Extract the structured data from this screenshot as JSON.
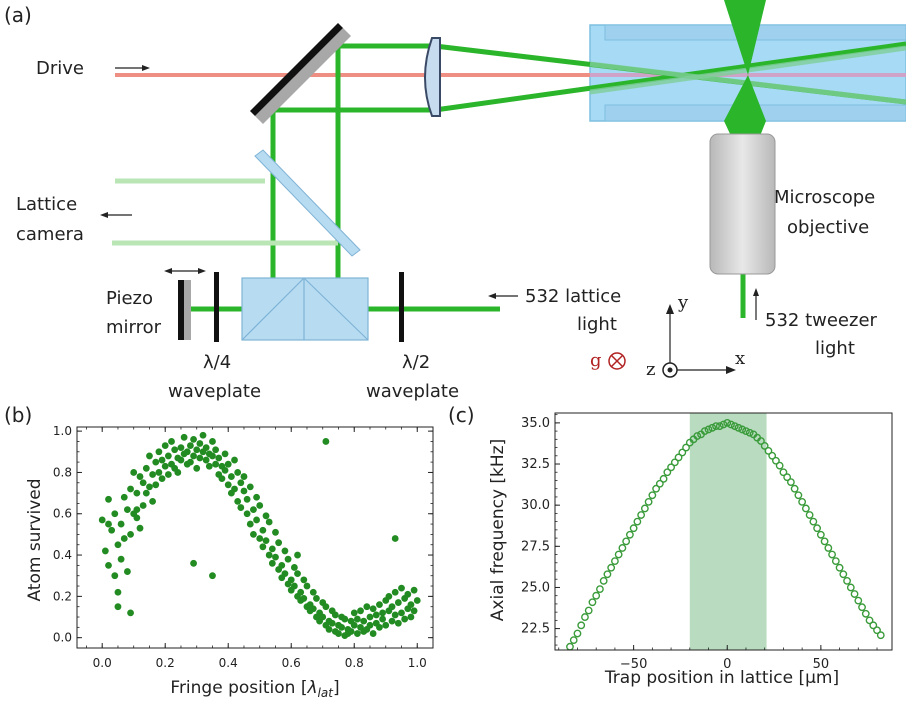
{
  "panel_a": {
    "label": "(a)",
    "drive_label": "Drive",
    "lattice_camera_label": [
      "Lattice",
      "camera"
    ],
    "piezo_label": [
      "Piezo",
      "mirror"
    ],
    "quarter_waveplate_label": [
      "λ/4",
      "waveplate"
    ],
    "half_waveplate_label": [
      "λ/2",
      "waveplate"
    ],
    "lattice_light_label": [
      "532 lattice",
      "light"
    ],
    "objective_label": [
      "Microscope",
      "objective"
    ],
    "tweezer_label": [
      "532 tweezer",
      "light"
    ],
    "axes": {
      "y": "y",
      "x": "x",
      "z": "z",
      "g": "g"
    },
    "colors": {
      "green_beam": "#2bb52b",
      "light_green_beam": "#b9e6b4",
      "drive_beam": "#ef8f84",
      "cell": "#a7daf5",
      "optic": "#b7dcf2",
      "gravity": "#b22222"
    }
  },
  "chart_data": [
    {
      "panel_label": "(b)",
      "type": "scatter",
      "xlabel": "Fringe position [λ_lat]",
      "xlabel_main": "Fringe position [",
      "xlabel_symbol": "λ",
      "xlabel_sub": "lat",
      "xlabel_end": "]",
      "ylabel": "Atom survived",
      "xlim": [
        -0.08,
        1.05
      ],
      "ylim": [
        -0.05,
        1.02
      ],
      "xticks": [
        "0.0",
        "0.2",
        "0.4",
        "0.6",
        "0.8",
        "1.0"
      ],
      "yticks": [
        "0.0",
        "0.2",
        "0.4",
        "0.6",
        "0.8",
        "1.0"
      ],
      "color": "#228b22",
      "marker": "filled-circle",
      "x": [
        0.0,
        0.01,
        0.02,
        0.02,
        0.03,
        0.04,
        0.04,
        0.05,
        0.05,
        0.06,
        0.06,
        0.07,
        0.07,
        0.08,
        0.08,
        0.09,
        0.09,
        0.1,
        0.1,
        0.11,
        0.11,
        0.12,
        0.12,
        0.13,
        0.13,
        0.14,
        0.14,
        0.15,
        0.15,
        0.16,
        0.16,
        0.17,
        0.17,
        0.18,
        0.18,
        0.19,
        0.19,
        0.2,
        0.2,
        0.21,
        0.21,
        0.22,
        0.22,
        0.23,
        0.23,
        0.24,
        0.24,
        0.25,
        0.25,
        0.26,
        0.26,
        0.27,
        0.27,
        0.28,
        0.28,
        0.29,
        0.29,
        0.3,
        0.3,
        0.31,
        0.31,
        0.32,
        0.32,
        0.33,
        0.33,
        0.34,
        0.34,
        0.35,
        0.35,
        0.36,
        0.36,
        0.37,
        0.37,
        0.38,
        0.38,
        0.39,
        0.39,
        0.4,
        0.4,
        0.41,
        0.41,
        0.42,
        0.42,
        0.43,
        0.43,
        0.44,
        0.44,
        0.45,
        0.45,
        0.46,
        0.46,
        0.47,
        0.47,
        0.48,
        0.48,
        0.49,
        0.49,
        0.5,
        0.5,
        0.51,
        0.51,
        0.52,
        0.52,
        0.53,
        0.53,
        0.54,
        0.54,
        0.55,
        0.55,
        0.56,
        0.56,
        0.57,
        0.57,
        0.58,
        0.58,
        0.59,
        0.59,
        0.6,
        0.6,
        0.61,
        0.61,
        0.62,
        0.62,
        0.63,
        0.63,
        0.64,
        0.64,
        0.65,
        0.65,
        0.66,
        0.66,
        0.67,
        0.67,
        0.68,
        0.68,
        0.69,
        0.69,
        0.7,
        0.7,
        0.71,
        0.71,
        0.72,
        0.72,
        0.73,
        0.73,
        0.74,
        0.74,
        0.75,
        0.75,
        0.76,
        0.76,
        0.77,
        0.77,
        0.78,
        0.78,
        0.79,
        0.79,
        0.8,
        0.8,
        0.81,
        0.81,
        0.82,
        0.82,
        0.83,
        0.83,
        0.84,
        0.84,
        0.85,
        0.85,
        0.86,
        0.86,
        0.87,
        0.87,
        0.88,
        0.88,
        0.89,
        0.89,
        0.9,
        0.9,
        0.91,
        0.91,
        0.92,
        0.92,
        0.93,
        0.93,
        0.94,
        0.94,
        0.95,
        0.95,
        0.96,
        0.96,
        0.97,
        0.97,
        0.98,
        0.98,
        0.99,
        0.99,
        1.0,
        0.05,
        0.09,
        0.02,
        0.11,
        0.29,
        0.35,
        0.62,
        0.71,
        0.93
      ],
      "y": [
        0.57,
        0.42,
        0.67,
        0.35,
        0.52,
        0.6,
        0.3,
        0.45,
        0.22,
        0.55,
        0.38,
        0.68,
        0.48,
        0.62,
        0.32,
        0.72,
        0.5,
        0.8,
        0.6,
        0.58,
        0.7,
        0.78,
        0.53,
        0.75,
        0.64,
        0.82,
        0.7,
        0.73,
        0.88,
        0.79,
        0.66,
        0.85,
        0.74,
        0.9,
        0.8,
        0.77,
        0.86,
        0.83,
        0.93,
        0.79,
        0.88,
        0.84,
        0.95,
        0.82,
        0.91,
        0.87,
        0.8,
        0.92,
        0.86,
        0.89,
        0.97,
        0.84,
        0.9,
        0.93,
        0.85,
        0.88,
        0.96,
        0.91,
        0.82,
        0.94,
        0.87,
        0.9,
        0.98,
        0.86,
        0.92,
        0.89,
        0.83,
        0.95,
        0.88,
        0.84,
        0.91,
        0.79,
        0.87,
        0.83,
        0.77,
        0.89,
        0.81,
        0.74,
        0.84,
        0.78,
        0.7,
        0.86,
        0.72,
        0.8,
        0.66,
        0.75,
        0.63,
        0.71,
        0.78,
        0.6,
        0.67,
        0.55,
        0.73,
        0.62,
        0.5,
        0.68,
        0.57,
        0.48,
        0.64,
        0.52,
        0.44,
        0.59,
        0.47,
        0.4,
        0.56,
        0.43,
        0.36,
        0.51,
        0.39,
        0.33,
        0.46,
        0.35,
        0.29,
        0.42,
        0.31,
        0.26,
        0.38,
        0.28,
        0.23,
        0.34,
        0.25,
        0.2,
        0.31,
        0.22,
        0.18,
        0.28,
        0.19,
        0.15,
        0.25,
        0.16,
        0.13,
        0.22,
        0.14,
        0.1,
        0.19,
        0.12,
        0.08,
        0.17,
        0.1,
        0.06,
        0.15,
        0.08,
        0.04,
        0.13,
        0.07,
        0.03,
        0.11,
        0.06,
        0.02,
        0.1,
        0.05,
        0.01,
        0.09,
        0.04,
        0.02,
        0.08,
        0.03,
        0.12,
        0.06,
        0.02,
        0.09,
        0.05,
        0.13,
        0.03,
        0.08,
        0.15,
        0.04,
        0.1,
        0.06,
        0.14,
        0.02,
        0.11,
        0.07,
        0.16,
        0.05,
        0.12,
        0.09,
        0.18,
        0.06,
        0.13,
        0.2,
        0.08,
        0.15,
        0.11,
        0.22,
        0.07,
        0.17,
        0.12,
        0.24,
        0.09,
        0.19,
        0.14,
        0.21,
        0.1,
        0.16,
        0.23,
        0.13,
        0.18,
        0.15,
        0.12,
        0.55,
        0.62,
        0.36,
        0.3,
        0.4,
        0.95,
        0.48,
        0.32,
        0.43
      ],
      "grid": false,
      "ticks_inward_all_sides": true
    },
    {
      "panel_label": "(c)",
      "type": "scatter",
      "xlabel": "Trap position in lattice [μm]",
      "ylabel": "Axial frequency [kHz]",
      "xlim": [
        -92,
        88
      ],
      "ylim": [
        21.2,
        35.6
      ],
      "xticks": [
        -50,
        0,
        50
      ],
      "yticks": [
        22.5,
        25.0,
        27.5,
        30.0,
        32.5,
        35.0
      ],
      "ytick_labels": [
        "22.5",
        "25.0",
        "27.5",
        "30.0",
        "32.5",
        "35.0"
      ],
      "xtick_labels": [
        "−50",
        "0",
        "50"
      ],
      "color": "#3a9b3a",
      "marker": "open-circle",
      "shaded_region": [
        -20,
        21
      ],
      "shaded_color": "#b9dcc1",
      "x": [
        -84,
        -82,
        -80,
        -78,
        -76,
        -74,
        -72,
        -70,
        -68,
        -66,
        -64,
        -62,
        -60,
        -58,
        -56,
        -54,
        -52,
        -50,
        -48,
        -46,
        -44,
        -42,
        -40,
        -38,
        -36,
        -34,
        -32,
        -30,
        -28,
        -26,
        -24,
        -22,
        -20,
        -18,
        -16,
        -14,
        -12,
        -10,
        -8,
        -6,
        -4,
        -2,
        0,
        2,
        4,
        6,
        8,
        10,
        12,
        14,
        16,
        18,
        20,
        22,
        24,
        26,
        28,
        30,
        32,
        34,
        36,
        38,
        40,
        42,
        44,
        46,
        48,
        50,
        52,
        54,
        56,
        58,
        60,
        62,
        64,
        66,
        68,
        70,
        72,
        74,
        76,
        78,
        80,
        82
      ],
      "y": [
        21.4,
        21.8,
        22.2,
        22.7,
        23.2,
        23.6,
        24.1,
        24.5,
        24.9,
        25.4,
        25.8,
        26.2,
        26.6,
        27.0,
        27.4,
        27.8,
        28.2,
        28.6,
        29.0,
        29.4,
        29.8,
        30.2,
        30.6,
        31.0,
        31.3,
        31.6,
        32.0,
        32.3,
        32.6,
        32.9,
        33.2,
        33.5,
        33.8,
        34.0,
        34.2,
        34.3,
        34.5,
        34.6,
        34.7,
        34.8,
        34.8,
        34.9,
        35.0,
        34.9,
        34.8,
        34.7,
        34.6,
        34.5,
        34.4,
        34.3,
        34.1,
        33.9,
        33.6,
        33.3,
        33.0,
        32.7,
        32.4,
        32.0,
        31.7,
        31.4,
        31.0,
        30.6,
        30.2,
        29.8,
        29.4,
        29.0,
        28.6,
        28.2,
        27.8,
        27.4,
        27.0,
        26.6,
        26.2,
        25.8,
        25.4,
        25.0,
        24.6,
        24.2,
        23.8,
        23.4,
        23.0,
        22.7,
        22.4,
        22.1
      ]
    }
  ]
}
